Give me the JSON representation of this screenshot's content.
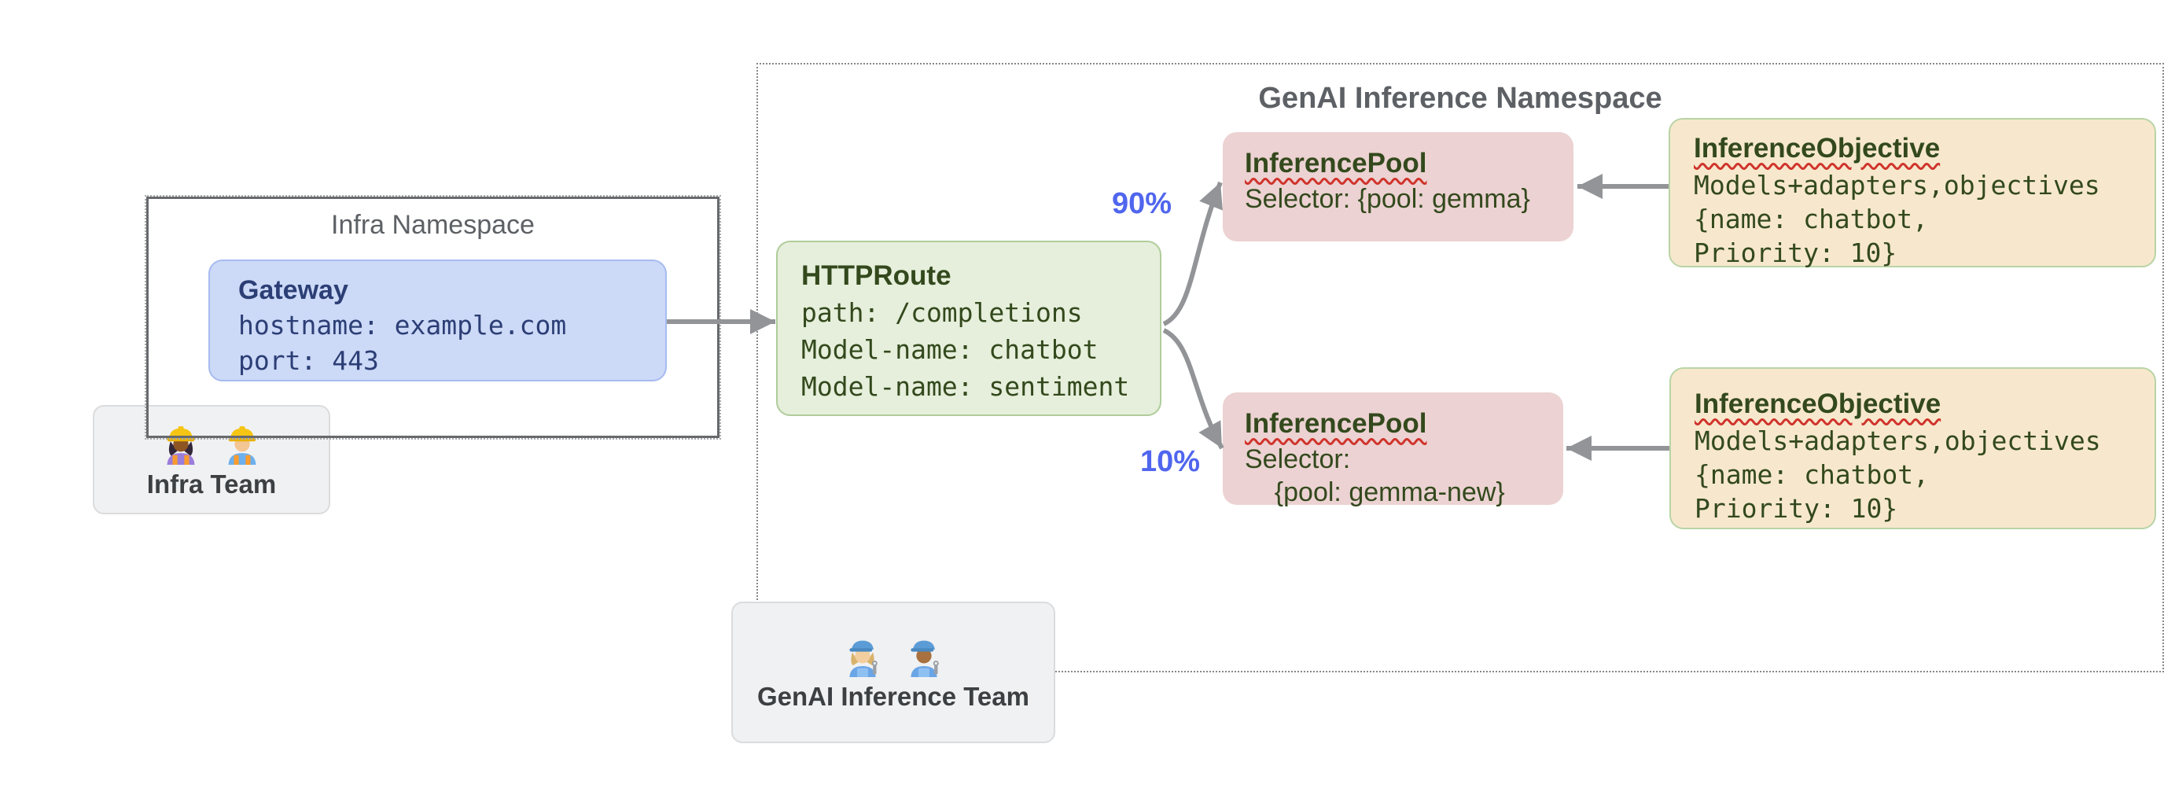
{
  "diagram": {
    "infra_namespace": {
      "title": "Infra Namespace",
      "gateway": {
        "title": "Gateway",
        "line1": "hostname: example.com",
        "line2": "port: 443"
      }
    },
    "infra_team": {
      "label": "Infra Team"
    },
    "genai_namespace": {
      "title": "GenAI Inference Namespace",
      "httproute": {
        "title": "HTTPRoute",
        "line1": "path: /completions",
        "line2": "Model-name: chatbot",
        "line3": "Model-name: sentiment"
      },
      "pool_top": {
        "title": "InferencePool",
        "line1": "Selector: {pool: gemma}"
      },
      "pool_bottom": {
        "title": "InferencePool",
        "line1": "Selector:",
        "line2": "    {pool: gemma-new}"
      },
      "objective_top": {
        "title": "InferenceObjective",
        "line1": "Models+adapters,objectives",
        "line2": "{name: chatbot,",
        "line3": "Priority: 10}"
      },
      "objective_bottom": {
        "title": "InferenceObjective",
        "line1": "Models+adapters,objectives",
        "line2": "{name: chatbot,",
        "line3": "Priority: 10}"
      },
      "traffic_split_top": "90%",
      "traffic_split_bottom": "10%"
    },
    "genai_team": {
      "label": "GenAI Inference Team"
    },
    "icons": {
      "infra_team_icon_1": "woman-construction-worker-emoji",
      "infra_team_icon_2": "man-construction-worker-emoji",
      "genai_team_icon_1": "woman-mechanic-emoji",
      "genai_team_icon_2": "man-mechanic-emoji"
    },
    "colors": {
      "gateway_fill": "#ccd9f7",
      "gateway_border": "#a7bbf0",
      "gateway_text": "#2c3e75",
      "httproute_fill": "#e6efdb",
      "httproute_border": "#afcc9a",
      "pool_fill": "#ecd2d2",
      "objective_fill": "#f7e8cd",
      "objective_border": "#b9d4a5",
      "dark_green_text": "#33491d",
      "namespace_title": "#5d6165",
      "team_fill": "#f0f1f3",
      "team_border": "#dbdcde",
      "team_text": "#3c4043",
      "arrow_gray": "#929497",
      "traffic_label_blue": "#5066ee",
      "squiggle_red": "#d0342c"
    }
  }
}
